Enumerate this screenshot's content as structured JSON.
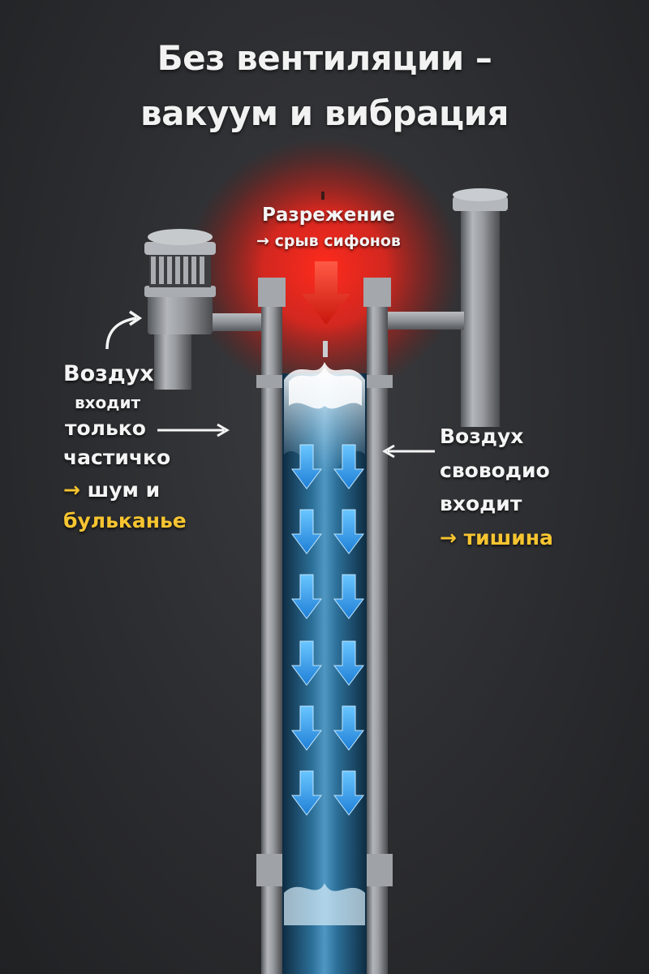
{
  "title": {
    "line1": "Без вентиляции –",
    "line2": "вакуум и вибрация"
  },
  "vacuum_label": {
    "line1": "Разрежение",
    "line2": "→ срыв сифонов"
  },
  "left_label": {
    "line1": "Воздух",
    "line2": "входит",
    "line3": "только",
    "line4": "частичко",
    "line5": "шум и",
    "line6": "бульканье",
    "arrow": "→"
  },
  "right_label": {
    "line1": "Воздух",
    "line2": "своводио",
    "line3": "входит",
    "line4": "тишина",
    "arrow": "→"
  },
  "colors": {
    "background": "#2b2c2f",
    "vacuum_red": "#e3261d",
    "water_blue": "#3aa0ea",
    "pipe_gray": "#8f9296",
    "highlight_yellow": "#f7c531",
    "text_white": "#f4f4f4"
  },
  "icons": {
    "flow_arrows": "down-arrow-icon",
    "vacuum_arrow": "down-arrow-icon",
    "vent_cap": "vent-cap-icon"
  }
}
